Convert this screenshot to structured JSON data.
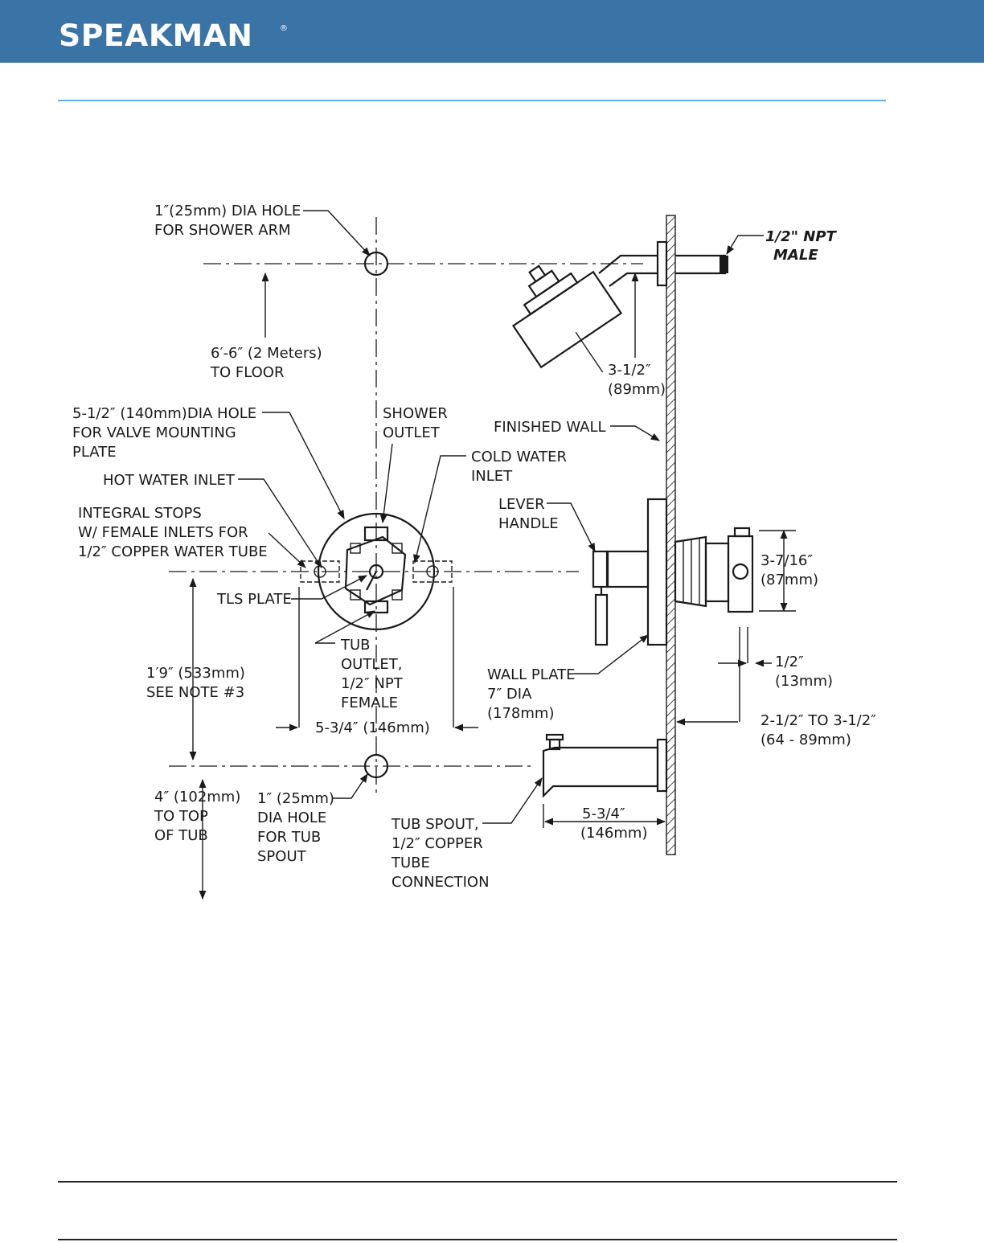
{
  "header": {
    "brand": "SPEAKMAN",
    "registered_mark": "®",
    "color": "#3a74a6"
  },
  "diagram": {
    "labels": {
      "shower_arm_hole": [
        "1″(25mm) DIA HOLE",
        "FOR SHOWER ARM"
      ],
      "npt_male": [
        "1/2\" NPT",
        "MALE"
      ],
      "floor_height": [
        "6′-6″ (2 Meters)",
        "TO FLOOR"
      ],
      "arm_drop": [
        "3-1/2″",
        "(89mm)"
      ],
      "valve_plate_hole": [
        "5-1/2″ (140mm)DIA HOLE",
        "FOR VALVE MOUNTING",
        "PLATE"
      ],
      "shower_outlet": [
        "SHOWER",
        "OUTLET"
      ],
      "finished_wall": [
        "FINISHED WALL"
      ],
      "cold_inlet": [
        "COLD WATER",
        "INLET"
      ],
      "hot_inlet": [
        "HOT WATER INLET"
      ],
      "lever_handle": [
        "LEVER",
        "HANDLE"
      ],
      "integral_stops": [
        "INTEGRAL STOPS",
        "W/ FEMALE INLETS FOR",
        "1/2″ COPPER WATER TUBE"
      ],
      "valve_depth": [
        "3-7/16″",
        "(87mm)"
      ],
      "tls_plate": [
        "TLS PLATE"
      ],
      "tub_outlet": [
        "TUB",
        "OUTLET,",
        "1/2″ NPT",
        "FEMALE"
      ],
      "valve_to_spout": [
        "1′9″ (533mm)",
        "SEE NOTE #3"
      ],
      "wall_plate": [
        "WALL PLATE",
        "7″ DIA",
        "(178mm)"
      ],
      "half_inch": [
        "1/2″",
        "(13mm)"
      ],
      "stop_spacing": [
        "5-3/4″ (146mm)"
      ],
      "wall_range": [
        "2-1/2″ TO 3-1/2″",
        "(64 - 89mm)"
      ],
      "tub_top": [
        "4″ (102mm)",
        "TO TOP",
        "OF TUB"
      ],
      "spout_hole": [
        "1″ (25mm)",
        "DIA HOLE",
        "FOR TUB",
        "SPOUT"
      ],
      "tub_spout": [
        "TUB SPOUT,",
        "1/2″ COPPER",
        "TUBE",
        "CONNECTION"
      ],
      "spout_length": [
        "5-3/4″",
        "(146mm)"
      ]
    }
  }
}
